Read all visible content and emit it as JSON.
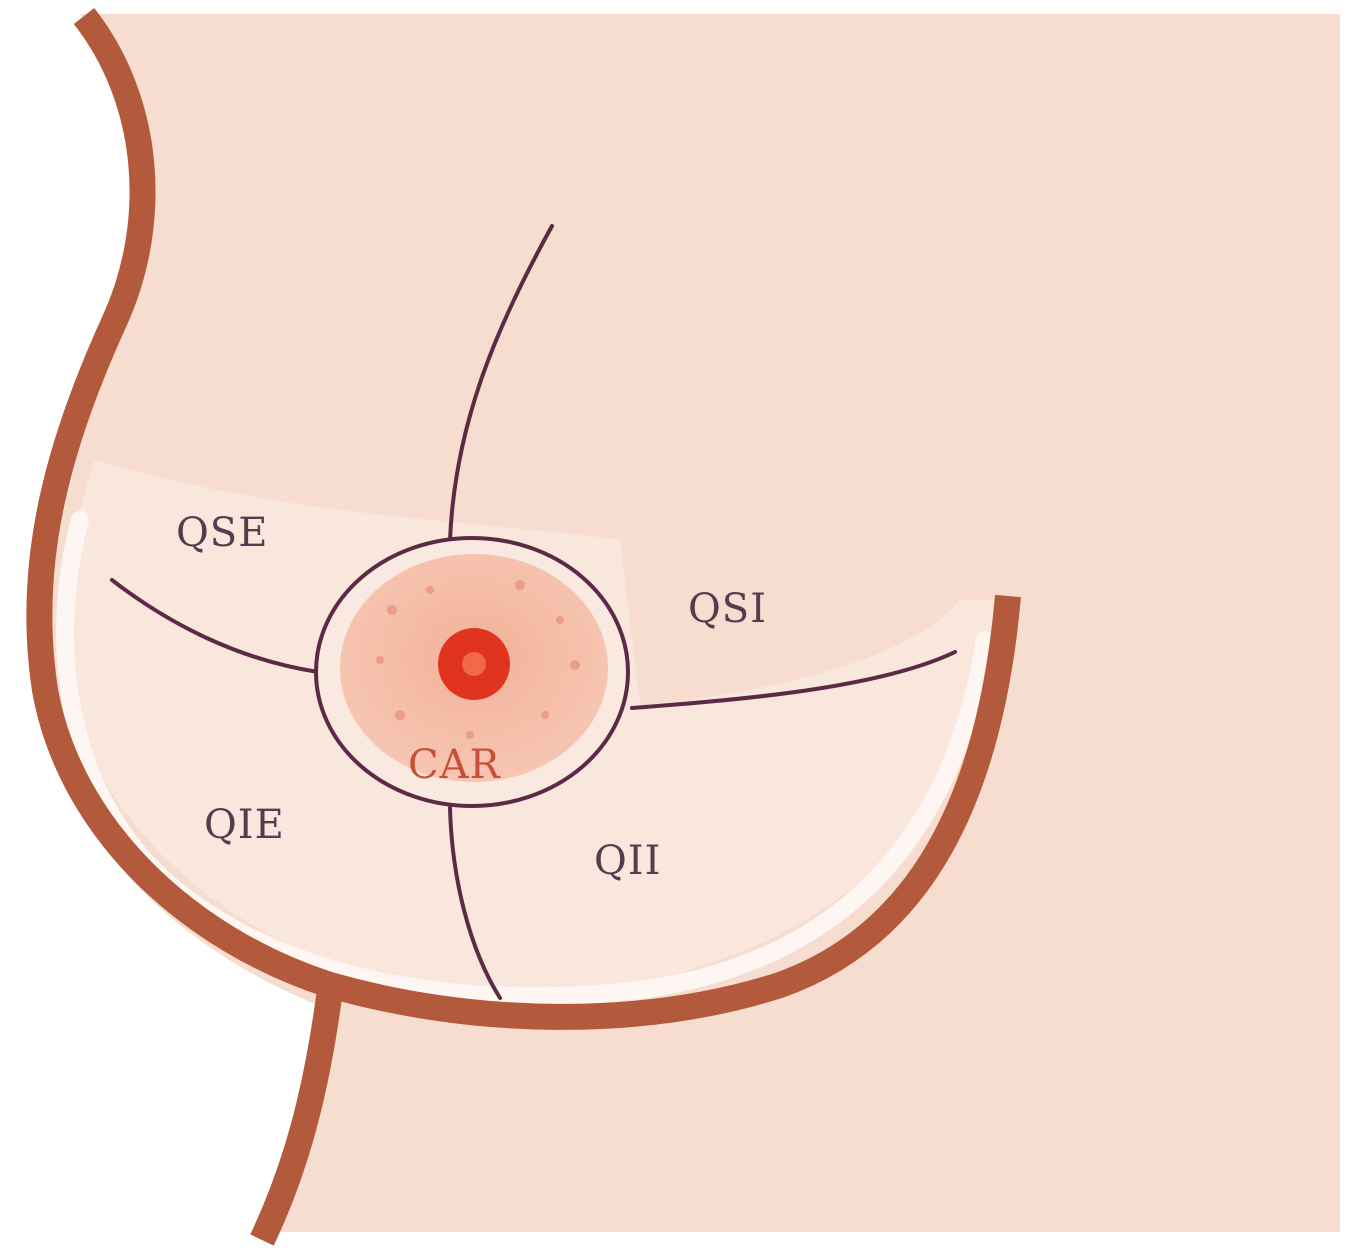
{
  "labels": {
    "upper_outer": "QSE",
    "upper_inner": "QSI",
    "lower_outer": "QIE",
    "lower_inner": "QII",
    "central": "CAR"
  },
  "colors": {
    "skin": "#f7ddd0",
    "skin_inner": "#f9e6dc",
    "outline": "#b45a3c",
    "dividers": "#5c2a45",
    "areola": "#f1a88f",
    "nipple": "#e0341e",
    "label_text": "#5a3a4e",
    "central_label": "#c6503a"
  }
}
